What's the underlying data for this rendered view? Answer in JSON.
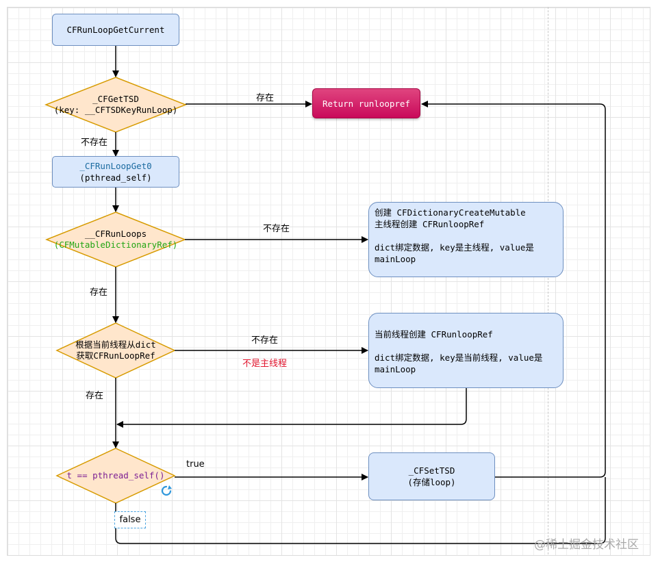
{
  "nodes": {
    "get_current": "CFRunLoopGetCurrent",
    "cfgettsd": [
      "_CFGetTSD",
      "(key: __CFTSDKeyRunLoop)"
    ],
    "return_ref": "Return runloopref",
    "get0": [
      "_CFRunLoopGet0",
      "(pthread_self)"
    ],
    "runloops": [
      "__CFRunLoops",
      "(CFMutableDictionaryRef)"
    ],
    "create_main": [
      "创建 CFDictionaryCreateMutable",
      "主线程创建 CFRunloopRef",
      "dict绑定数据, key是主线程, value是",
      "mainLoop"
    ],
    "get_by_thread": [
      "根据当前线程从dict",
      "获取CFRunLoopRef"
    ],
    "create_current": [
      "当前线程创建 CFRunloopRef",
      "dict绑定数据, key是当前线程, value是",
      "mainLoop"
    ],
    "check_self": "t == pthread_self()",
    "cfsettsd": [
      "_CFSetTSD",
      "(存储loop)"
    ],
    "false_box": "false"
  },
  "edge_labels": {
    "exists_1": "存在",
    "not_exists_1": "不存在",
    "not_exists_2": "不存在",
    "exists_2": "存在",
    "not_exists_3": "不存在",
    "not_main": "不是主线程",
    "exists_3": "存在",
    "true": "true"
  },
  "watermark": "@稀土掘金技术社区",
  "colors": {
    "box_fill": "#dae8fc",
    "box_stroke": "#6c8ebf",
    "diamond_fill": "#ffe6cc",
    "diamond_stroke": "#d79b00",
    "return_fill": "#d80073",
    "warning_red": "#e0142d",
    "func_teal": "#1a6aa0",
    "type_green": "#22a514",
    "keyword_purple": "#7b1f93"
  }
}
